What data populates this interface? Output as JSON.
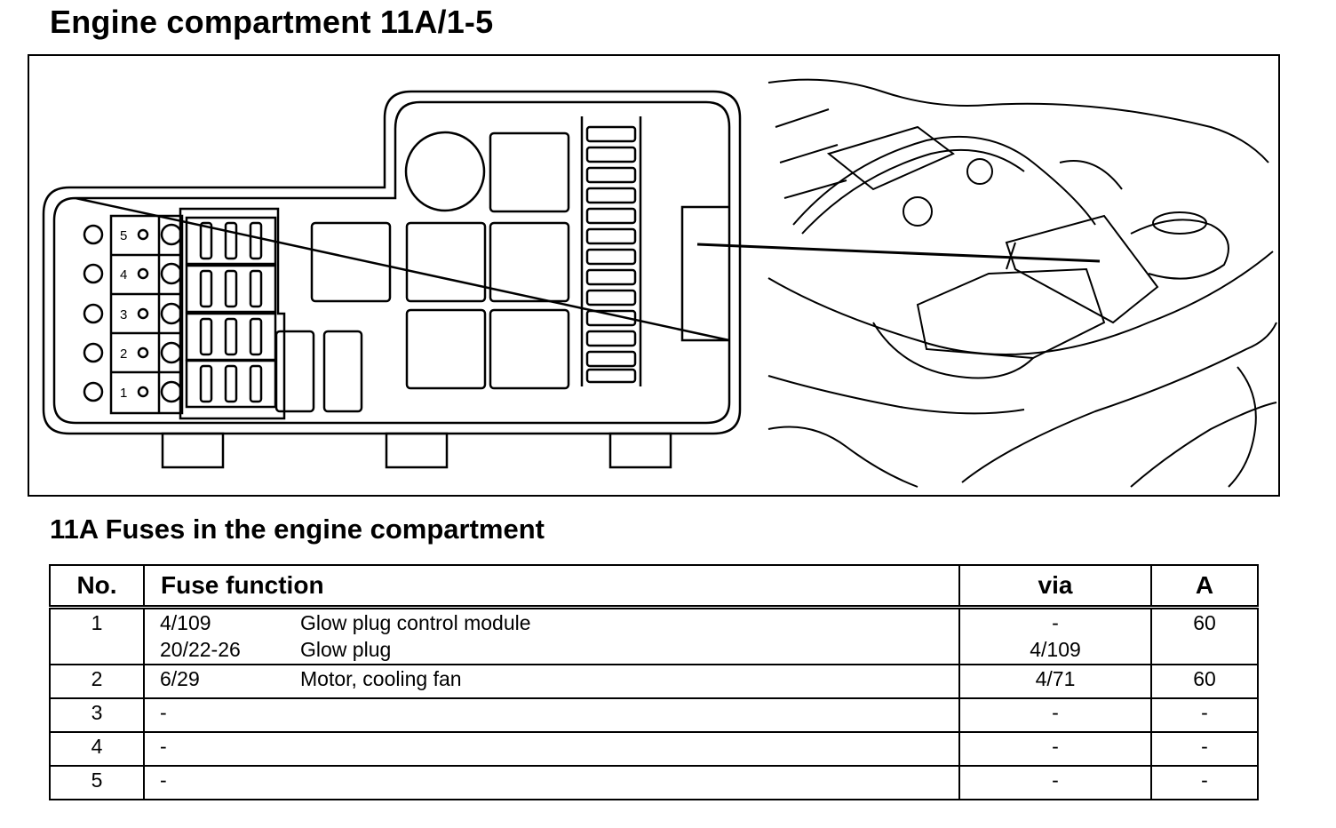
{
  "title": "Engine compartment 11A/1-5",
  "diagram": {
    "fuse_numbers": [
      "5",
      "4",
      "3",
      "2",
      "1"
    ]
  },
  "section_title": "11A Fuses in the engine compartment",
  "table": {
    "headers": {
      "no": "No.",
      "function": "Fuse function",
      "via": "via",
      "amp": "A"
    },
    "rows": [
      {
        "no": "1",
        "lines": [
          {
            "code": "4/109",
            "desc": "Glow plug control module",
            "via": "-",
            "amp": "60"
          },
          {
            "code": "20/22-26",
            "desc": "Glow plug",
            "via": "4/109",
            "amp": ""
          }
        ]
      },
      {
        "no": "2",
        "lines": [
          {
            "code": "6/29",
            "desc": "Motor, cooling fan",
            "via": "4/71",
            "amp": "60"
          }
        ]
      },
      {
        "no": "3",
        "lines": [
          {
            "code": "-",
            "desc": "",
            "via": "-",
            "amp": "-"
          }
        ]
      },
      {
        "no": "4",
        "lines": [
          {
            "code": "-",
            "desc": "",
            "via": "-",
            "amp": "-"
          }
        ]
      },
      {
        "no": "5",
        "lines": [
          {
            "code": "-",
            "desc": "",
            "via": "-",
            "amp": "-"
          }
        ]
      }
    ]
  }
}
